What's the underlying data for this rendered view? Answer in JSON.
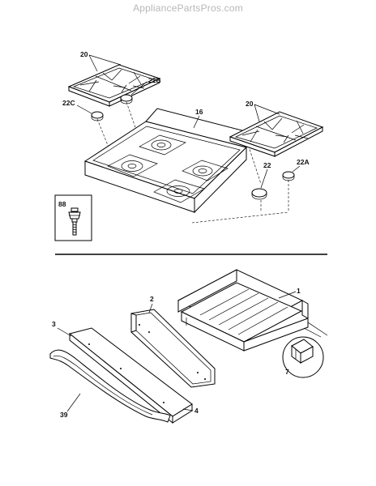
{
  "header": {
    "site_title": "AppliancePartsPros.com"
  },
  "callouts": {
    "grate_left": "20",
    "cap_22b": "22B",
    "cap_22c": "22C",
    "cooktop": "16",
    "grate_right": "20",
    "cap_22": "22",
    "cap_22a": "22A",
    "orifice": "88",
    "drawer_body": "1",
    "drawer_liner": "2",
    "drawer_front": "3",
    "drawer_panel": "4",
    "drawer_slide": "7",
    "drawer_handle": "39"
  }
}
